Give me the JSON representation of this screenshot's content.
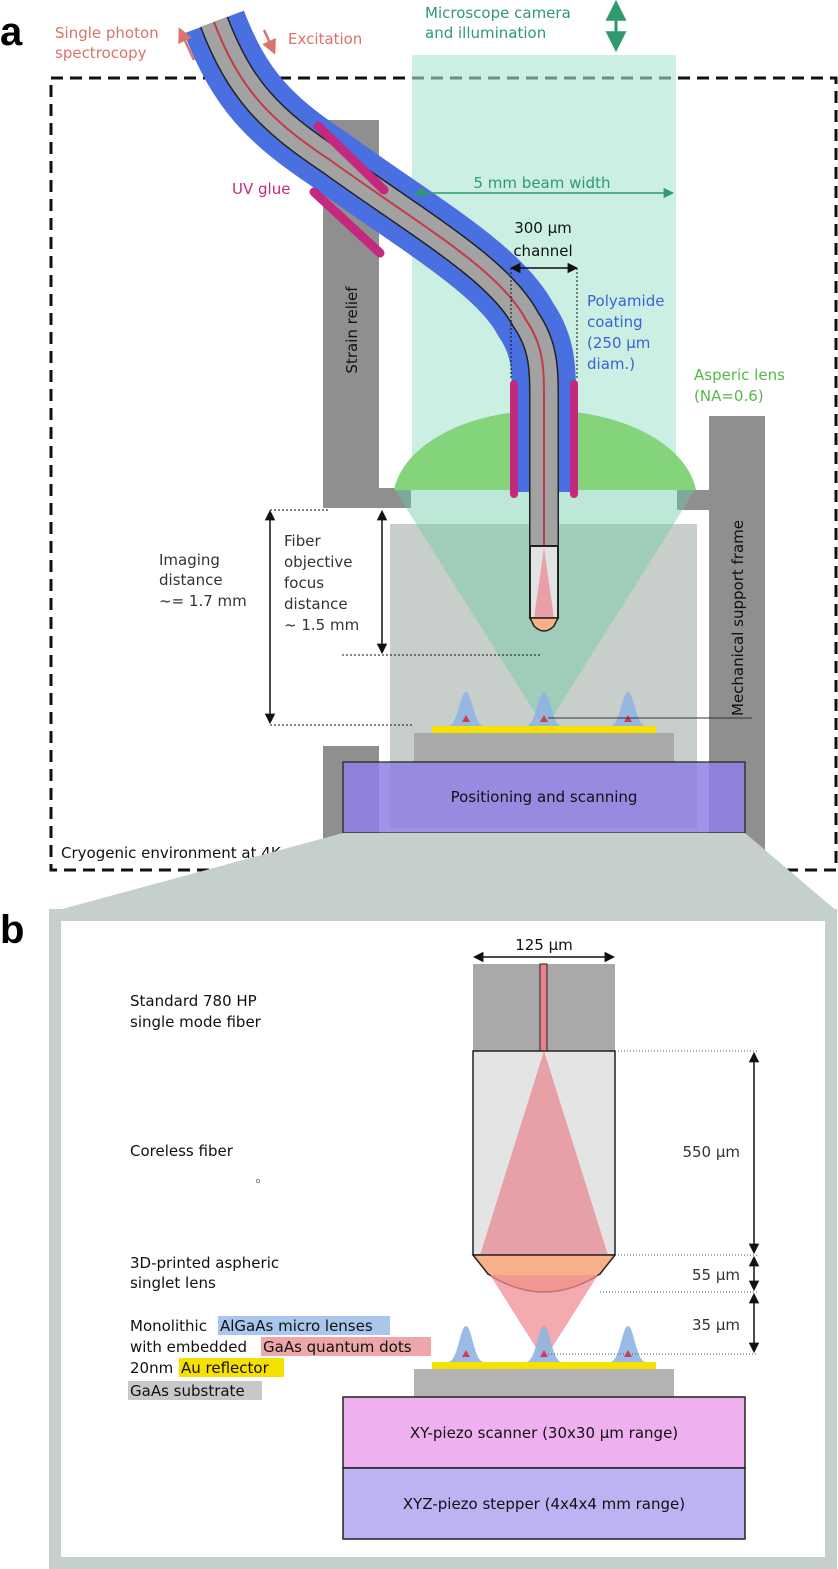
{
  "panel_a": {
    "letter": "a",
    "single_photon": [
      "Single photon",
      "spectrocopy"
    ],
    "excitation": "Excitation",
    "microscope": [
      "Microscope camera",
      "and illumination"
    ],
    "uv_glue": "UV glue",
    "beam_width": "5 mm beam width",
    "channel": [
      "300 µm",
      "channel"
    ],
    "polyamide": [
      "Polyamide",
      "coating",
      "(250 µm",
      "diam.)"
    ],
    "asperic": [
      "Asperic lens",
      "(NA=0.6)"
    ],
    "strain_relief": "Strain relief",
    "support_frame": "Mechanical support frame",
    "imaging": [
      "Imaging",
      "distance",
      "~= 1.7 mm"
    ],
    "fiber_focus": [
      "Fiber",
      "objective",
      "focus",
      "distance",
      "~ 1.5 mm"
    ],
    "positioning": "Positioning and scanning",
    "cryo": "Cryogenic environment at 4K"
  },
  "panel_b": {
    "letter": "b",
    "width_125": "125 µm",
    "standard_fiber": [
      "Standard 780 HP",
      "single mode fiber"
    ],
    "coreless": "Coreless fiber",
    "printed_lens": [
      "3D-printed aspheric",
      "singlet lens"
    ],
    "monolithic_prefix": "Monolithic",
    "algaas": "AlGaAs micro lenses",
    "embedded_prefix": "with embedded",
    "gaas_qd": "GaAs quantum dots",
    "reflector_prefix": "20nm",
    "au_reflector": "Au reflector",
    "substrate": "GaAs substrate",
    "dim_550": "550 µm",
    "dim_55": "55 µm",
    "dim_35": "35 µm",
    "xy_scanner": "XY-piezo scanner (30x30 µm range)",
    "xyz_stepper": "XYZ-piezo stepper (4x4x4 mm range)"
  },
  "colors": {
    "salmon": "#d9736c",
    "teal": "#2e9a6e",
    "magenta": "#c4287f",
    "blue": "#3a63d4",
    "green": "#55b945",
    "fiber_blue": "#4a6fe0",
    "gray": "#8f8f8f"
  }
}
